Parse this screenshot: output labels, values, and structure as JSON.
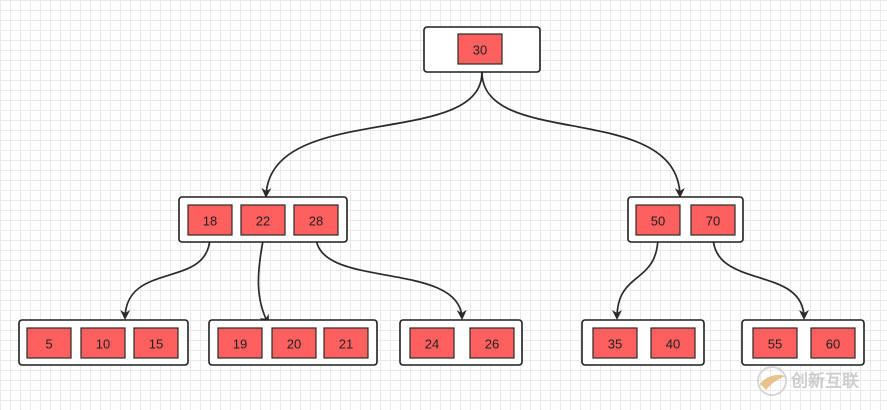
{
  "tree": {
    "root": {
      "keys": [
        "30"
      ]
    },
    "level1": [
      {
        "keys": [
          "18",
          "22",
          "28"
        ]
      },
      {
        "keys": [
          "50",
          "70"
        ]
      }
    ],
    "leaves": [
      {
        "keys": [
          "5",
          "10",
          "15"
        ]
      },
      {
        "keys": [
          "19",
          "20",
          "21"
        ]
      },
      {
        "keys": [
          "24",
          "26"
        ]
      },
      {
        "keys": [
          "35",
          "40"
        ]
      },
      {
        "keys": [
          "55",
          "60"
        ]
      }
    ]
  },
  "watermark": {
    "text": "创新互联"
  },
  "colors": {
    "key_fill": "#fe5f5f",
    "edge": "#2a2a2a",
    "node_border": "#1f1f1f"
  }
}
